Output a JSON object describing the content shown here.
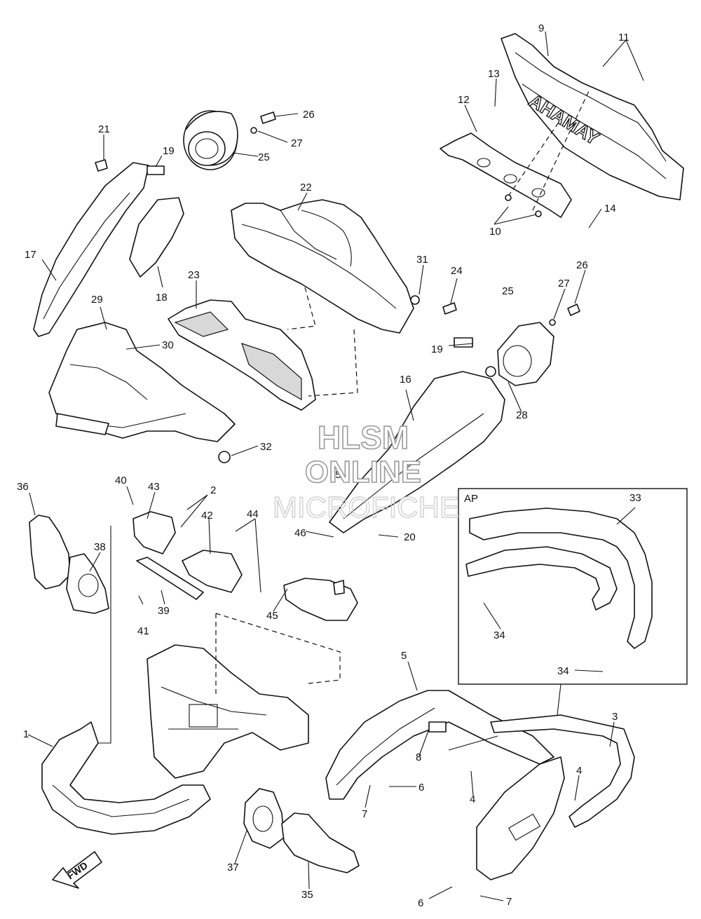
{
  "diagram": {
    "watermark": {
      "line1": "HLSM",
      "line2": "ONLINE",
      "line3": "MICROFICHE"
    },
    "inset_label": "AP",
    "direction_label": "FWD",
    "logo_text": "YAMAHA",
    "callouts": [
      "1",
      "2",
      "3",
      "4",
      "4",
      "5",
      "6",
      "6",
      "7",
      "7",
      "8",
      "9",
      "10",
      "11",
      "12",
      "13",
      "14",
      "15",
      "16",
      "17",
      "18",
      "19",
      "19",
      "20",
      "21",
      "22",
      "23",
      "24",
      "25",
      "25",
      "26",
      "26",
      "27",
      "27",
      "28",
      "29",
      "30",
      "31",
      "32",
      "33",
      "34",
      "34",
      "35",
      "36",
      "37",
      "38",
      "39",
      "40",
      "41",
      "42",
      "43",
      "44",
      "45",
      "46"
    ]
  }
}
